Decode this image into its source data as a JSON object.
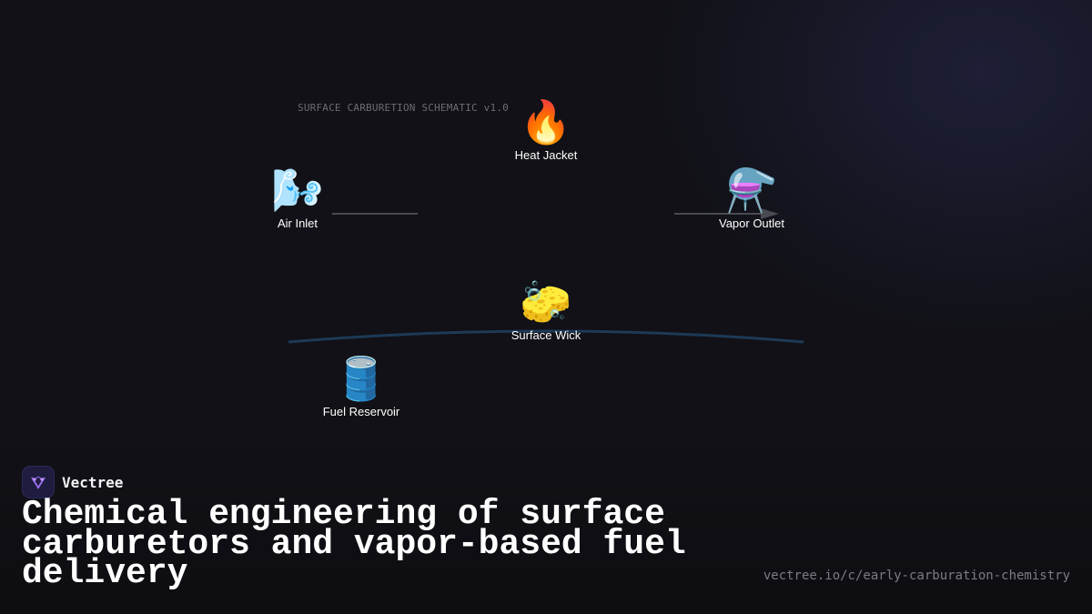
{
  "schematic": {
    "caption": "SURFACE CARBURETION SCHEMATIC v1.0",
    "nodes": [
      {
        "id": "heat-jacket",
        "label": "Heat Jacket",
        "icon": "fire-icon",
        "glyph": "🔥"
      },
      {
        "id": "air-inlet",
        "label": "Air Inlet",
        "icon": "wind-face-icon",
        "glyph": "🌬️"
      },
      {
        "id": "vapor-outlet",
        "label": "Vapor Outlet",
        "icon": "alembic-flask-icon",
        "glyph": "⚗️"
      },
      {
        "id": "surface-wick",
        "label": "Surface Wick",
        "icon": "sponge-icon",
        "glyph": "🧽"
      },
      {
        "id": "fuel-reservoir",
        "label": "Fuel Reservoir",
        "icon": "oil-drum-icon",
        "glyph": "🛢️"
      }
    ],
    "colors": {
      "connector": "#4a4a52",
      "fuel_surface": "#1d3a56",
      "arrow": "#4a4a52"
    }
  },
  "brand": {
    "name": "Vectree",
    "icon": "vectree-logo-icon",
    "accent": "#9b6cf0"
  },
  "headline": "Chemical engineering of surface carburetors and vapor-based fuel delivery",
  "source_url": "vectree.io/c/early-carburation-chemistry"
}
